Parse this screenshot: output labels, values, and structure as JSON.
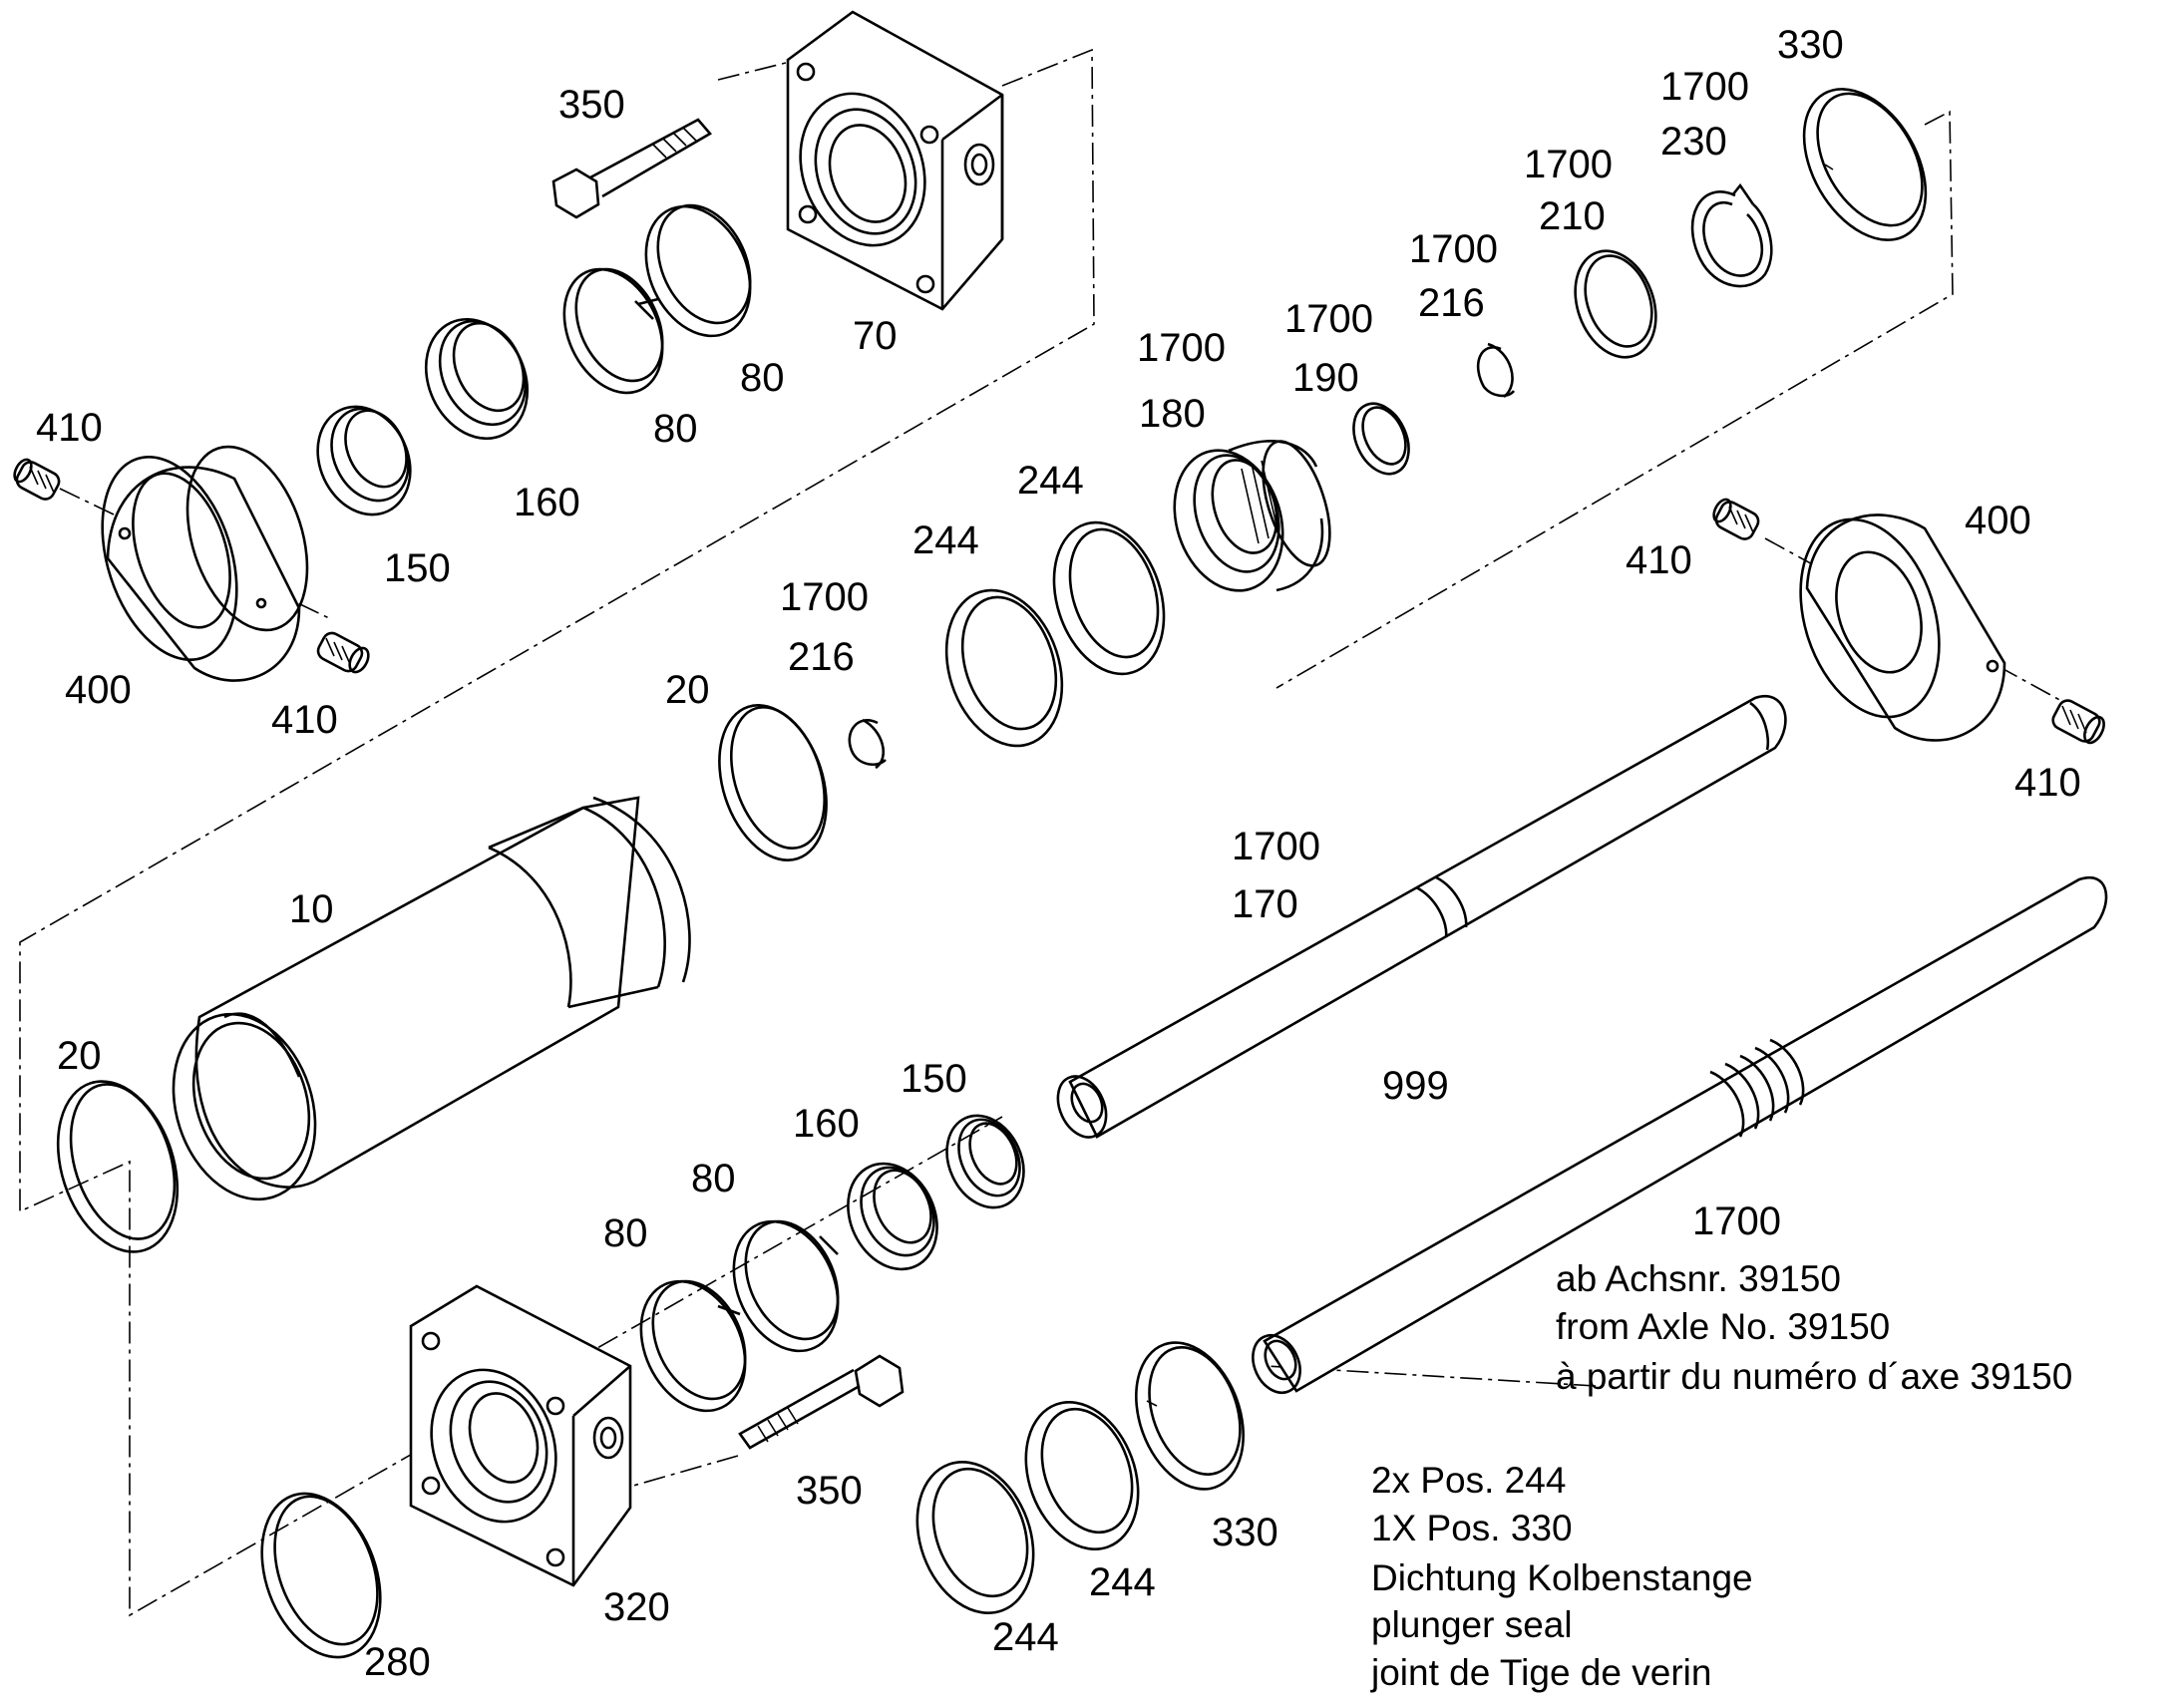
{
  "labels": {
    "l350_top": "350",
    "l330_top": "330",
    "l1700_230": "1700",
    "l230": "230",
    "l1700_210": "1700",
    "l210": "210",
    "l1700_216_top": "1700",
    "l216_top": "216",
    "l1700_190": "1700",
    "l190": "190",
    "l1700_180": "1700",
    "l180": "180",
    "l70": "70",
    "l80_a": "80",
    "l80_b": "80",
    "l410_tl": "410",
    "l160_top": "160",
    "l150_top": "150",
    "l400_left": "400",
    "l410_bl": "410",
    "l244_a": "244",
    "l244_b": "244",
    "l1700_216_mid": "1700",
    "l216_mid": "216",
    "l20_mid": "20",
    "l400_right": "400",
    "l410_right_top": "410",
    "l410_right_bot": "410",
    "l1700_170": "1700",
    "l170": "170",
    "l10": "10",
    "l20_left": "20",
    "l999": "999",
    "l150_bot": "150",
    "l160_bot": "160",
    "l80_c": "80",
    "l80_d": "80",
    "l1700_bot": "1700",
    "l350_bot": "350",
    "l330_bot": "330",
    "l244_c": "244",
    "l244_d": "244",
    "l320": "320",
    "l280": "280"
  },
  "notes": {
    "axle_line1": "ab Achsnr. 39150",
    "axle_line2": "from Axle No. 39150",
    "axle_line3": "à partir du numéro d´axe 39150",
    "seal_line1": "2x Pos. 244",
    "seal_line2": "1X Pos. 330",
    "seal_line3": "Dichtung Kolbenstange",
    "seal_line4": "plunger seal",
    "seal_line5": "joint de Tige de verin"
  }
}
